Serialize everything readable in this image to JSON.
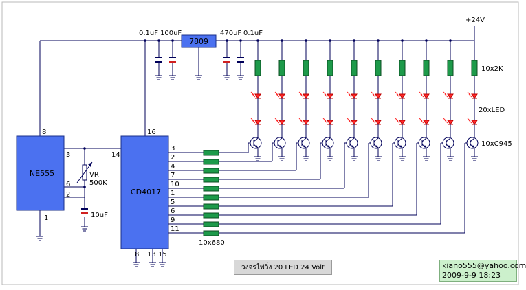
{
  "supply": {
    "voltage": "+24V"
  },
  "capacitors": {
    "c1": "0.1uF",
    "c2": "100uF",
    "c3": "470uF",
    "c4": "0.1uF",
    "timing": "10uF"
  },
  "regulator": {
    "label": "7809"
  },
  "timer": {
    "label": "NE555",
    "pins": {
      "p8": "8",
      "p3": "3",
      "p6": "6",
      "p2": "2",
      "p1": "1"
    }
  },
  "counter": {
    "label": "CD4017",
    "pins": {
      "p16": "16",
      "p14": "14",
      "p8": "8",
      "p13": "13",
      "p15": "15"
    },
    "outputs": [
      "3",
      "2",
      "4",
      "7",
      "10",
      "1",
      "5",
      "6",
      "9",
      "11"
    ]
  },
  "pot": {
    "line1": "VR",
    "line2": "500K"
  },
  "labels": {
    "resistors_top": "10x2K",
    "leds": "20xLED",
    "transistors": "10xC945",
    "base_resistors": "10x680"
  },
  "title": "วงจรไฟวิ่ง 20 LED 24 Volt",
  "credit": {
    "email": "kiano555@yahoo.com",
    "date": "2009-9-9 18:23"
  }
}
